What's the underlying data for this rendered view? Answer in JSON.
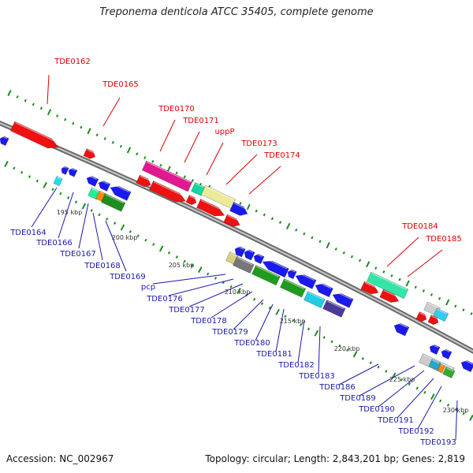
{
  "title": "Treponema denticola ATCC 35405, complete genome",
  "footer": {
    "accession": "Accession: NC_002967",
    "topology": "Topology: circular; Length: 2,843,201 bp; Genes: 2,819"
  },
  "colors": {
    "label_red": "#dd0000",
    "label_blue": "#1a1aaa",
    "backbone": "#888888",
    "tick_green": "#1e8a1e"
  },
  "scale_labels": [
    "195 kbp",
    "200 kbp",
    "205 kbp",
    "210 kbp",
    "215 kbp",
    "220 kbp",
    "225 kbp",
    "230 kbp"
  ],
  "top_labels": [
    "TDE0162",
    "TDE0165",
    "TDE0170",
    "TDE0171",
    "uppP",
    "TDE0173",
    "TDE0174",
    "TDE0184",
    "TDE0185"
  ],
  "bottom_labels": [
    "TDE0164",
    "TDE0166",
    "TDE0167",
    "TDE0168",
    "TDE0169",
    "pcp",
    "TDE0176",
    "TDE0177",
    "TDE0178",
    "TDE0179",
    "TDE0180",
    "TDE0181",
    "TDE0182",
    "TDE0183",
    "TDE0186",
    "TDE0189",
    "TDE0190",
    "TDE0191",
    "TDE0192",
    "TDE0193"
  ]
}
